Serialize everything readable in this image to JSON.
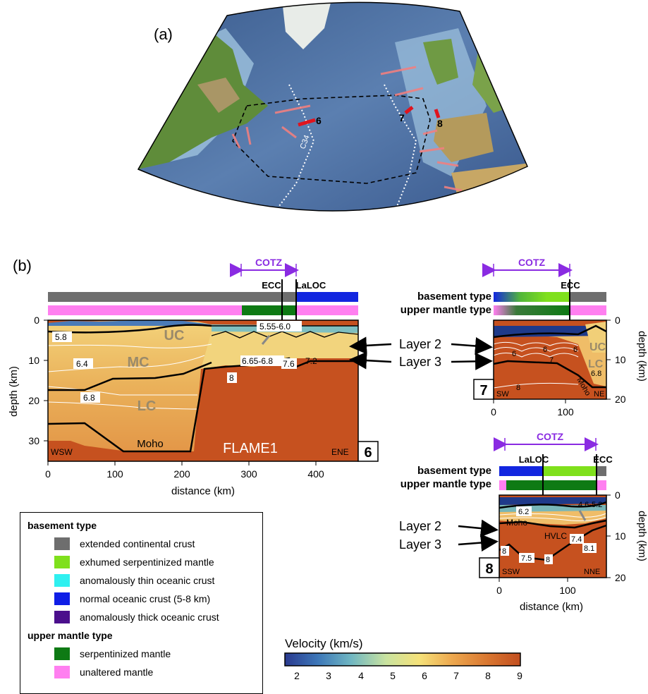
{
  "panel_a": {
    "label": "(a)",
    "profiles": [
      "6",
      "7",
      "8"
    ],
    "anomaly": "C34"
  },
  "panel_b": {
    "label": "(b)",
    "cotz": "COTZ",
    "ecc": "ECC",
    "laloc": "LaLOC",
    "basement_type": "basement type",
    "upper_mantle_type": "upper mantle type",
    "depth_label": "depth (km)",
    "distance_label": "distance (km)",
    "layer2": "Layer 2",
    "layer3": "Layer 3",
    "p6": {
      "number": "6",
      "name": "FLAME1",
      "left_dir": "WSW",
      "right_dir": "ENE",
      "uc": "UC",
      "mc": "MC",
      "lc": "LC",
      "moho": "Moho",
      "v58": "5.8",
      "v64": "6.4",
      "v68": "6.8",
      "v8": "8",
      "v555": "5.55-6.0",
      "v665": "6.65-6.8",
      "v76": "7.6",
      "v72": "7.2",
      "yticks": [
        "0",
        "10",
        "20",
        "30"
      ],
      "xticks": [
        "0",
        "100",
        "200",
        "300",
        "400"
      ]
    },
    "p7": {
      "number": "7",
      "left_dir": "SW",
      "right_dir": "NE",
      "uc": "UC",
      "lc": "LC",
      "moho": "Moho",
      "v6a": "6",
      "v6b": "6",
      "v6c": "6",
      "v7": "7",
      "v68": "6.8",
      "v8": "8",
      "yticks": [
        "0",
        "10",
        "20"
      ],
      "xticks": [
        "0",
        "100"
      ]
    },
    "p8": {
      "number": "8",
      "left_dir": "SSW",
      "right_dir": "NNE",
      "moho": "Moho",
      "hvlc": "HVLC",
      "v46": "4.6-5.2",
      "v62": "6.2",
      "v74": "7.4",
      "v81": "8.1",
      "v8a": "8",
      "v75": "7.5",
      "v8b": "8",
      "yticks": [
        "0",
        "10",
        "20"
      ],
      "xticks": [
        "0",
        "100"
      ]
    }
  },
  "legend": {
    "basement_head": "basement type",
    "mantle_head": "upper mantle type",
    "items": [
      {
        "label": "extended continental crust",
        "color": "#6e6e6e"
      },
      {
        "label": "exhumed serpentinized mantle",
        "color": "#7fe01c"
      },
      {
        "label": "anomalously thin oceanic crust",
        "color": "#2ff0f0"
      },
      {
        "label": "normal oceanic crust (5-8 km)",
        "color": "#0f1ee6"
      },
      {
        "label": "anomalously thick oceanic crust",
        "color": "#4b0f8c"
      }
    ],
    "mantle_items": [
      {
        "label": "serpentinized mantle",
        "color": "#0e7a14"
      },
      {
        "label": "unaltered mantle",
        "color": "#ff7ff0"
      }
    ]
  },
  "colorbar": {
    "title": "Velocity (km/s)",
    "ticks": [
      "2",
      "3",
      "4",
      "5",
      "6",
      "7",
      "8",
      "9"
    ]
  }
}
